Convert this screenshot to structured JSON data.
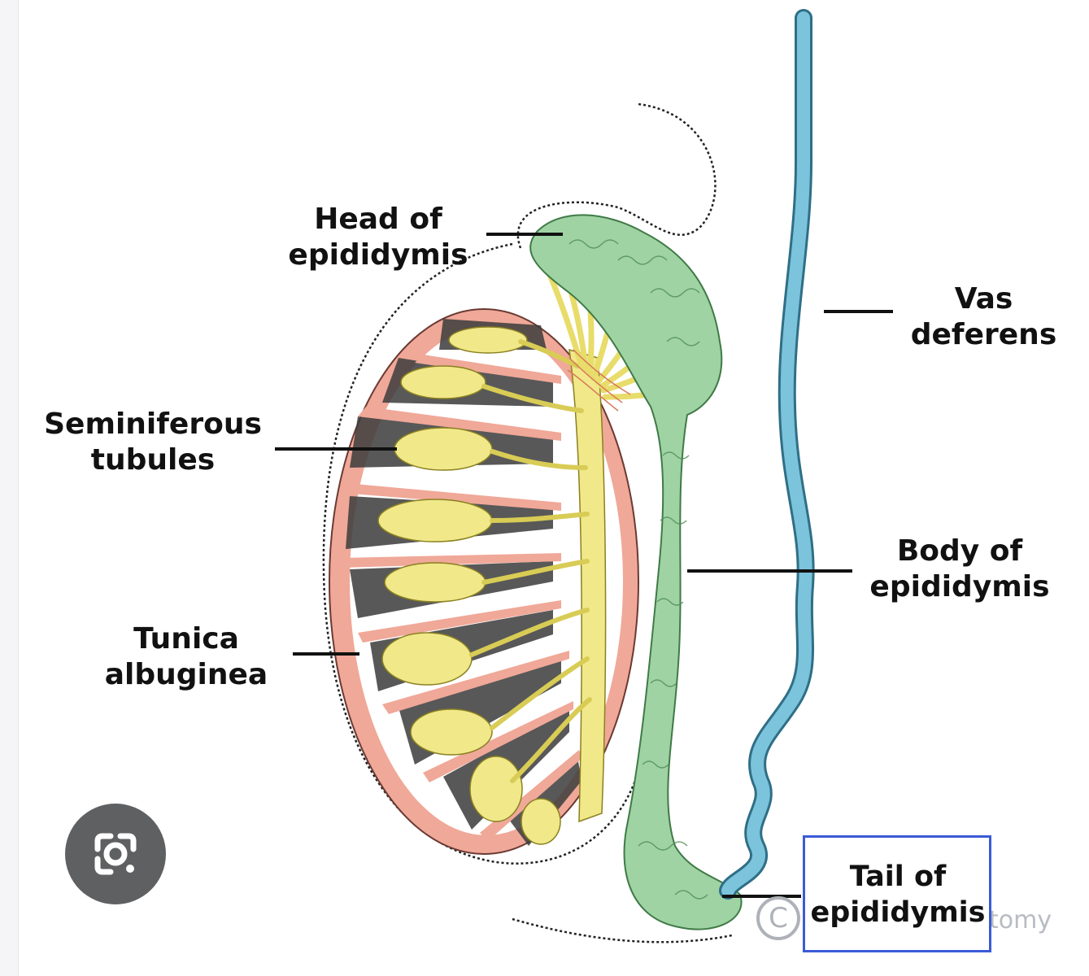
{
  "labels": {
    "head": [
      "Head of",
      "epididymis"
    ],
    "vas": [
      "Vas",
      "deferens"
    ],
    "seminiferous": [
      "Seminiferous",
      "tubules"
    ],
    "body": [
      "Body of",
      "epididymis"
    ],
    "tunica": [
      "Tunica",
      "albuginea"
    ],
    "tail": [
      "Tail of",
      "epididymis"
    ]
  },
  "watermark": {
    "copyright_symbol": "C",
    "text": "tomy"
  },
  "icons": {
    "lens": "visual-search-lens-icon"
  },
  "colors": {
    "tunica_albuginea": "#f0a898",
    "seminiferous_tubules": "#f1e88a",
    "epididymis": "#9fd3a4",
    "vas_deferens": "#7cc3dc",
    "highlight_box": "#3b5bd6"
  }
}
